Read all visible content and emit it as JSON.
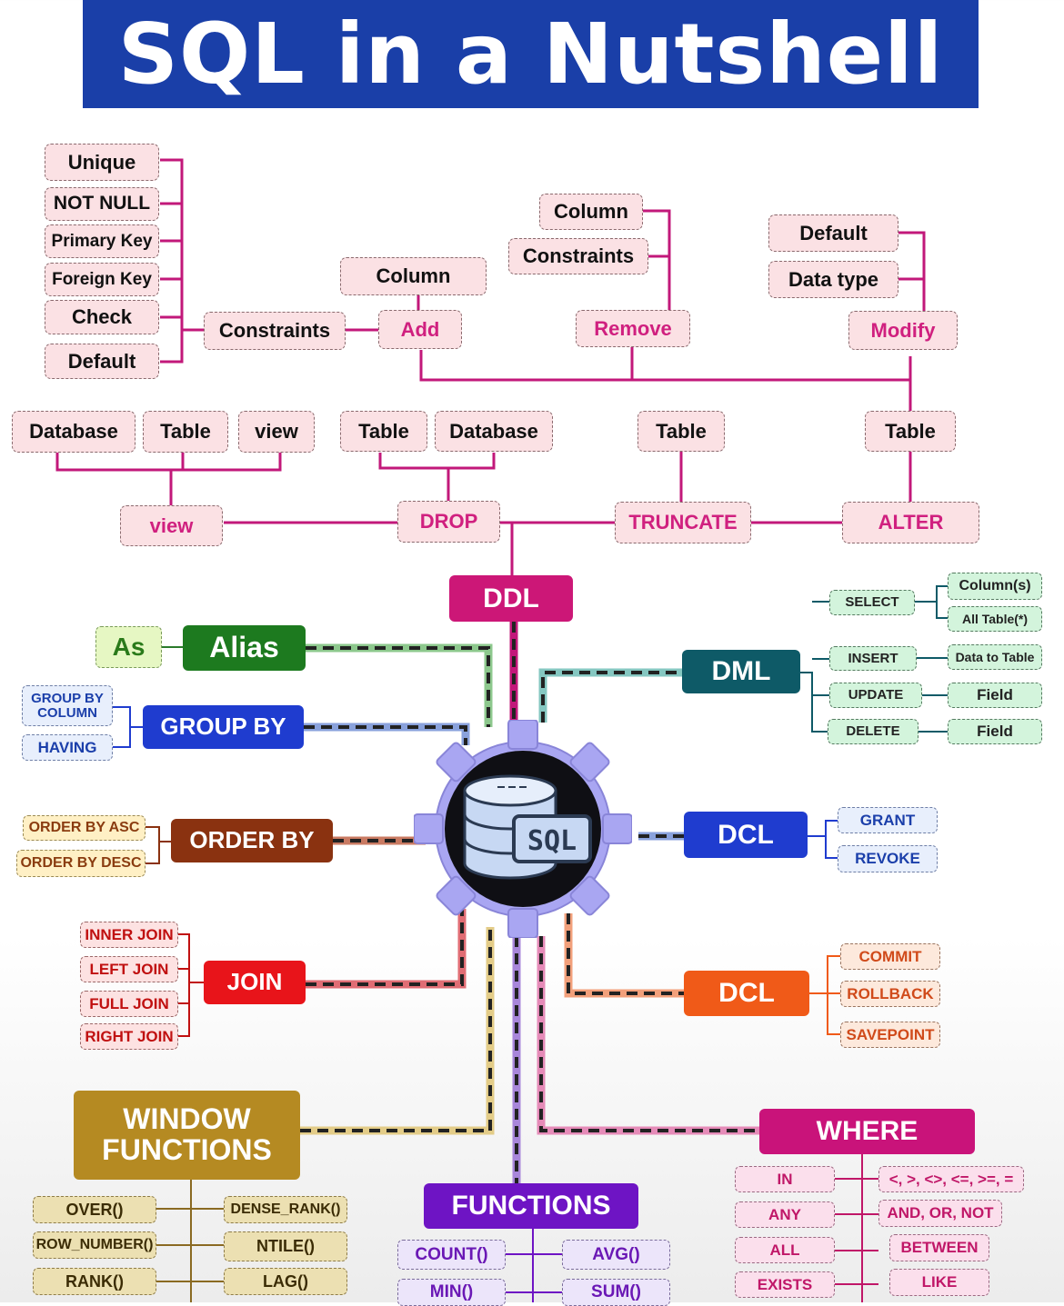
{
  "title": "SQL in a Nutshell",
  "center": {
    "badge": "SQL",
    "icon": "database-icon"
  },
  "ddl": {
    "label": "DDL",
    "view": {
      "label": "view",
      "items": [
        "Database",
        "Table",
        "view"
      ]
    },
    "drop": {
      "label": "DROP",
      "items": [
        "Table",
        "Database"
      ]
    },
    "truncate": {
      "label": "TRUNCATE",
      "items": [
        "Table"
      ]
    },
    "alter": {
      "label": "ALTER",
      "items": [
        "Table"
      ]
    },
    "add": {
      "label": "Add",
      "column": "Column",
      "constraints": "Constraints"
    },
    "constraints_list": [
      "Unique",
      "NOT NULL",
      "Primary Key",
      "Foreign Key",
      "Check",
      "Default"
    ],
    "remove": {
      "label": "Remove",
      "items": [
        "Column",
        "Constraints"
      ]
    },
    "modify": {
      "label": "Modify",
      "items": [
        "Default",
        "Data type"
      ]
    }
  },
  "alias": {
    "label": "Alias",
    "as": "As"
  },
  "group_by": {
    "label": "GROUP BY",
    "items": [
      "GROUP BY COLUMN",
      "HAVING"
    ]
  },
  "order_by": {
    "label": "ORDER BY",
    "items": [
      "ORDER BY ASC",
      "ORDER BY DESC"
    ]
  },
  "join": {
    "label": "JOIN",
    "items": [
      "INNER JOIN",
      "LEFT JOIN",
      "FULL JOIN",
      "RIGHT JOIN"
    ]
  },
  "window": {
    "label": "WINDOW FUNCTIONS",
    "left": [
      "OVER()",
      "ROW_NUMBER()",
      "RANK()"
    ],
    "right": [
      "DENSE_RANK()",
      "NTILE()",
      "LAG()"
    ]
  },
  "functions": {
    "label": "FUNCTIONS",
    "left": [
      "COUNT()",
      "MIN()"
    ],
    "right": [
      "AVG()",
      "SUM()"
    ]
  },
  "where": {
    "label": "WHERE",
    "left": [
      "IN",
      "ANY",
      "ALL",
      "EXISTS"
    ],
    "right": [
      "<, >, <>, <=, >=, =",
      "AND, OR, NOT",
      "BETWEEN",
      "LIKE"
    ]
  },
  "dml": {
    "label": "DML",
    "select": {
      "label": "SELECT",
      "items": [
        "Column(s)",
        "All Table(*)"
      ]
    },
    "insert": {
      "label": "INSERT",
      "target": "Data to Table"
    },
    "update": {
      "label": "UPDATE",
      "target": "Field"
    },
    "delete": {
      "label": "DELETE",
      "target": "Field"
    }
  },
  "dcl": {
    "label": "DCL",
    "items": [
      "GRANT",
      "REVOKE"
    ]
  },
  "tcl": {
    "label": "DCL",
    "items": [
      "COMMIT",
      "ROLLBACK",
      "SAVEPOINT"
    ]
  },
  "colors": {
    "banner": "#1a3fa8",
    "ddl": "#cc1777",
    "alias": "#1d7a1f",
    "group_by": "#1f3ccf",
    "order_by": "#8a3210",
    "join": "#e8141a",
    "window": "#b58a22",
    "functions": "#6e14c4",
    "where": "#c9137a",
    "dml": "#0e5a67",
    "dcl": "#1f3ccf",
    "tcl": "#f05a18"
  }
}
